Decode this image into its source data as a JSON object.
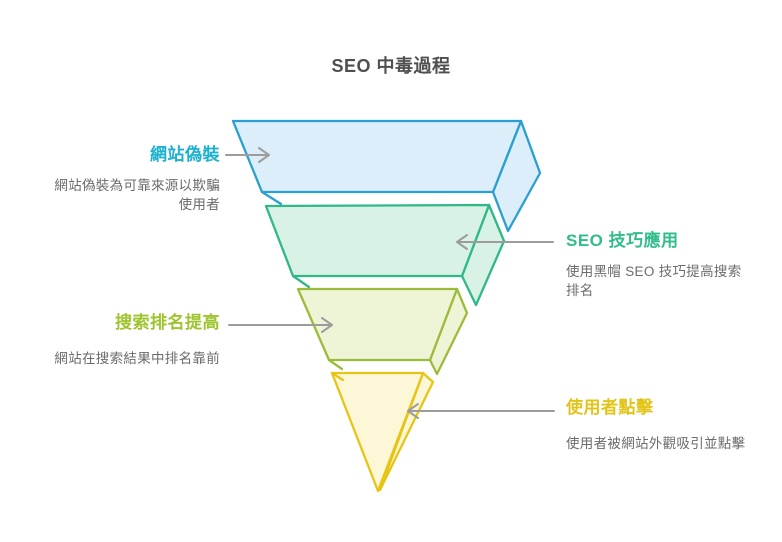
{
  "title": "SEO 中毒過程",
  "funnel": {
    "stages": [
      {
        "label": "網站偽裝",
        "description": "網站偽裝為可靠來源以欺騙使用者",
        "label_color": "#1cb1cf",
        "fill": "#dbeefa",
        "stroke": "#2a9fd1",
        "label_side": "left"
      },
      {
        "label": "SEO 技巧應用",
        "description": "使用黑帽 SEO 技巧提高搜索排名",
        "label_color": "#30bd8b",
        "fill": "#d8f3e6",
        "stroke": "#30b888",
        "label_side": "right"
      },
      {
        "label": "搜索排名提高",
        "description": "網站在搜索結果中排名靠前",
        "label_color": "#9ec42d",
        "fill": "#eef5d7",
        "stroke": "#9cbb3b",
        "label_side": "left"
      },
      {
        "label": "使用者點擊",
        "description": "使用者被網站外觀吸引並點擊",
        "label_color": "#e2c418",
        "fill": "#fcf7d7",
        "stroke": "#e6c517",
        "label_side": "right"
      }
    ]
  },
  "colors": {
    "title_text": "#4f4f4f",
    "description_text": "#6b6b6b",
    "arrow": "#9c9c9c",
    "background": "#ffffff"
  }
}
